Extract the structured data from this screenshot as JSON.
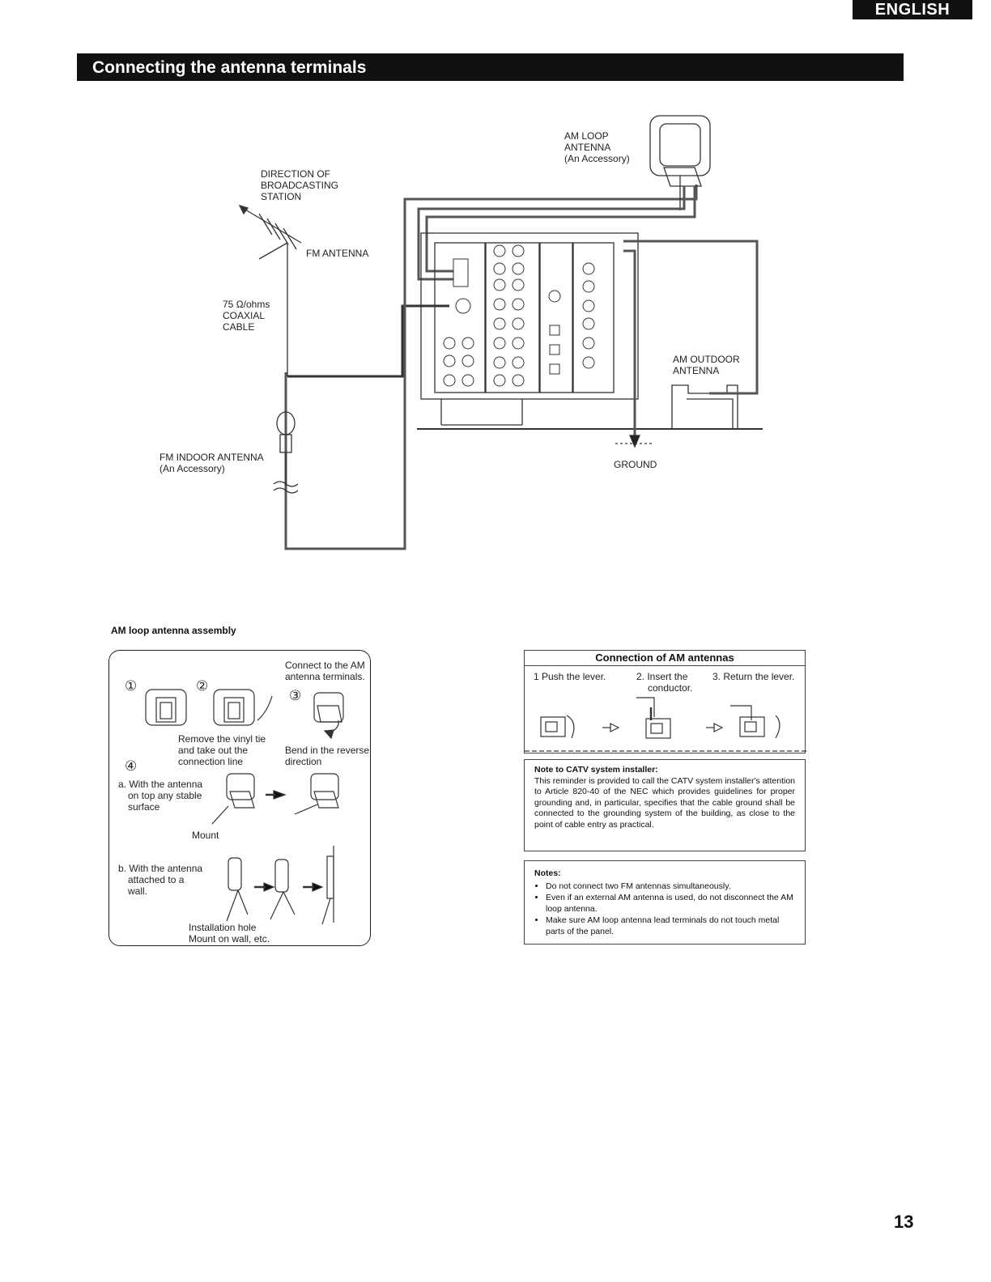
{
  "header": {
    "language_tab": "ENGLISH",
    "section_title": "Connecting the antenna terminals"
  },
  "diagram": {
    "am_loop_antenna": [
      "AM LOOP",
      "ANTENNA",
      "(An Accessory)"
    ],
    "direction": [
      "DIRECTION OF",
      "BROADCASTING",
      "STATION"
    ],
    "fm_antenna": "FM ANTENNA",
    "coax": [
      "75 Ω/ohms",
      "COAXIAL",
      "CABLE"
    ],
    "fm_indoor": [
      "FM INDOOR ANTENNA",
      "(An Accessory)"
    ],
    "am_outdoor": [
      "AM OUTDOOR",
      "ANTENNA"
    ],
    "ground": "GROUND"
  },
  "assembly": {
    "title": "AM loop antenna assembly",
    "connect_note": [
      "Connect to the AM",
      "antenna terminals."
    ],
    "steps": [
      "①",
      "②",
      "③",
      "④"
    ],
    "remove_tie": [
      "Remove the vinyl tie",
      "and take out the",
      "connection line"
    ],
    "bend": [
      "Bend in the reverse",
      "direction"
    ],
    "option_a": [
      "a. With the antenna",
      "on top any stable",
      "surface"
    ],
    "mount": "Mount",
    "option_b": [
      "b. With the antenna",
      "attached to a",
      "wall."
    ],
    "install_hole": "Installation hole",
    "mount_wall": "Mount on wall, etc."
  },
  "connection": {
    "title": "Connection of AM antennas",
    "step1": "1  Push the lever.",
    "step2": [
      "2. Insert the",
      "conductor."
    ],
    "step3": "3. Return the lever."
  },
  "catv_note": {
    "title": "Note to CATV system installer:",
    "body": "This reminder is provided to call the CATV system installer's attention to Article 820-40 of the NEC which provides guidelines for proper grounding and, in particular, specifies that the cable ground shall be connected to the grounding system of the building, as close to the point of cable entry as practical."
  },
  "notes": {
    "title": "Notes:",
    "items": [
      "Do not connect two FM antennas simultaneously.",
      "Even if an external AM antenna is used, do not disconnect the AM loop antenna.",
      "Make sure AM loop antenna lead terminals do not touch metal parts of the panel."
    ]
  },
  "page_number": "13"
}
